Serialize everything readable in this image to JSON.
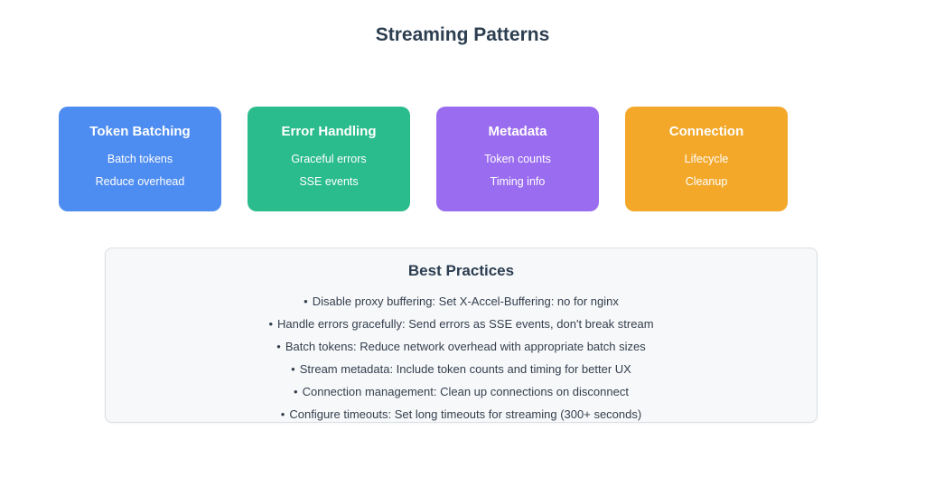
{
  "title": "Streaming Patterns",
  "cards": [
    {
      "title": "Token Batching",
      "lines": [
        "Batch tokens",
        "Reduce overhead"
      ],
      "color": "#4d8cf0"
    },
    {
      "title": "Error Handling",
      "lines": [
        "Graceful errors",
        "SSE events"
      ],
      "color": "#2abc8c"
    },
    {
      "title": "Metadata",
      "lines": [
        "Token counts",
        "Timing info"
      ],
      "color": "#9a6cf0"
    },
    {
      "title": "Connection",
      "lines": [
        "Lifecycle",
        "Cleanup"
      ],
      "color": "#f3a82a"
    }
  ],
  "best_practices": {
    "title": "Best Practices",
    "bullet": "•",
    "items": [
      "Disable proxy buffering: Set X-Accel-Buffering: no for nginx",
      "Handle errors gracefully: Send errors as SSE events, don't break stream",
      "Batch tokens: Reduce network overhead with appropriate batch sizes",
      "Stream metadata: Include token counts and timing for better UX",
      "Connection management: Clean up connections on disconnect",
      "Configure timeouts: Set long timeouts for streaming (300+ seconds)"
    ]
  }
}
